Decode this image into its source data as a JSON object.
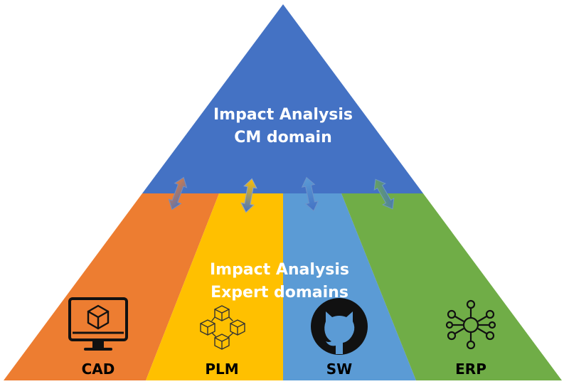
{
  "top": {
    "line1": "Impact Analysis",
    "line2": "CM domain"
  },
  "bottom": {
    "line1": "Impact Analysis",
    "line2": "Expert domains"
  },
  "segments": [
    {
      "label": "CAD",
      "icon": "cad-monitor-cube-icon",
      "color": "#ed7d31"
    },
    {
      "label": "PLM",
      "icon": "plm-network-cubes-icon",
      "color": "#ffc000"
    },
    {
      "label": "SW",
      "icon": "github-octocat-icon",
      "color": "#5b9bd5"
    },
    {
      "label": "ERP",
      "icon": "erp-hub-network-icon",
      "color": "#70ad47"
    }
  ],
  "colors": {
    "top_triangle": "#4472c4",
    "label_text": "#000000",
    "center_text": "#ffffff"
  }
}
